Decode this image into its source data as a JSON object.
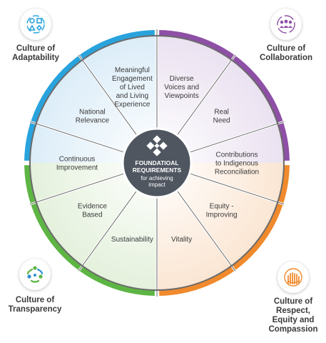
{
  "center": {
    "title_lines": [
      "FOUNDATIOAL",
      "REQUIREMENTS"
    ],
    "sub_lines": [
      "for achieving",
      "impact"
    ],
    "icon": "interlocking-arrows-logo-icon"
  },
  "segments": [
    {
      "lines": [
        "Diverse",
        "Voices and",
        "Viewpoints"
      ]
    },
    {
      "lines": [
        "Real",
        "Need"
      ]
    },
    {
      "lines": [
        "Contributions",
        "to Indigenous",
        "Reconciliation"
      ]
    },
    {
      "lines": [
        "Equity -",
        "Improving"
      ]
    },
    {
      "lines": [
        "Vitality"
      ]
    },
    {
      "lines": [
        "Sustainability"
      ]
    },
    {
      "lines": [
        "Evidence",
        "Based"
      ]
    },
    {
      "lines": [
        "Continuous",
        "Improvement"
      ]
    },
    {
      "lines": [
        "National",
        "Relevance"
      ]
    },
    {
      "lines": [
        "Meaningful",
        "Engagement",
        "of Lived",
        "and Living",
        "Experience"
      ]
    }
  ],
  "cultures": {
    "adaptability": {
      "label": "Culture of\nAdaptability",
      "icon": "shapes-cycle-icon",
      "color": "#29a3dd"
    },
    "collaboration": {
      "label": "Culture of\nCollaboration",
      "icon": "people-group-icon",
      "color": "#8e4fa6"
    },
    "transparency": {
      "label": "Culture of\nTransparency",
      "icon": "figures-circle-icon",
      "color": "#5db544"
    },
    "respect": {
      "label": "Culture of\nRespect,\nEquity and\nCompassion",
      "icon": "raised-hands-icon",
      "color": "#f08a2c"
    }
  },
  "colors": {
    "divider": "#ffffff",
    "outline": "#6b6b6b",
    "center_fill": "#4f5660",
    "text": "#3a3a3a"
  }
}
